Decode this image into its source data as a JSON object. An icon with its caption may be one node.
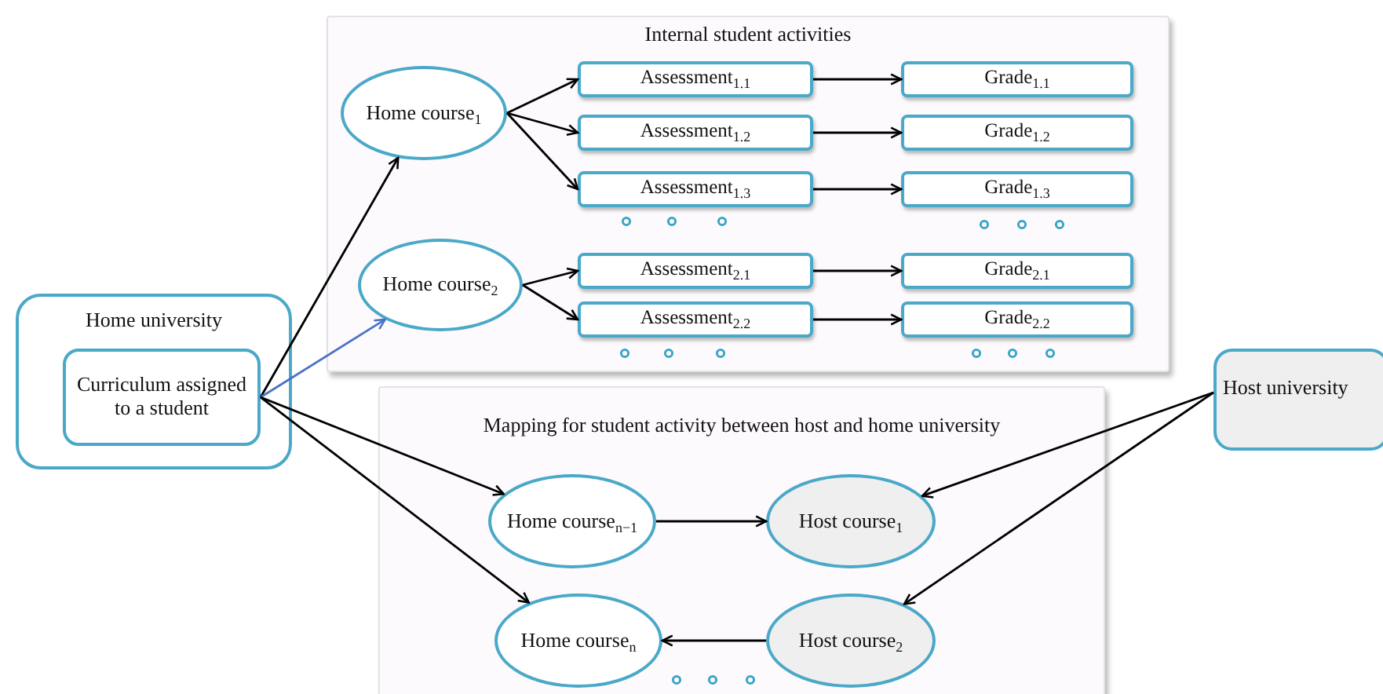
{
  "diagram": {
    "nodes": [
      {
        "text": [
          "Home university"
        ]
      },
      {
        "text": [
          "Curriculum assigned to a student"
        ],
        "in": 0
      },
      {
        "text": [
          "Internal student activities"
        ]
      },
      {
        "text": [
          "Home course$_{1}$"
        ],
        "in": 2
      },
      {
        "text": [
          "Assessment$_{1.1}$"
        ],
        "in": 2
      },
      {
        "text": [
          "Assessment$_{1.2}$"
        ],
        "in": 2
      },
      {
        "text": [
          "Assessment$_{1.3}$"
        ],
        "in": 2
      },
      {
        "text": [
          "Grade$_{1.1}$"
        ],
        "in": 2
      },
      {
        "text": [
          "Grade$_{1.2}$"
        ],
        "in": 2
      },
      {
        "text": [
          "Grade$_{1.3}$"
        ],
        "in": 2
      },
      {
        "text": [
          "Home course$_{2}$"
        ],
        "in": 2
      },
      {
        "text": [
          "Assessment$_{2.1}$"
        ],
        "in": 2
      },
      {
        "text": [
          "Assessment$_{2.2}$"
        ],
        "in": 2
      },
      {
        "text": [
          "Grade$_{2.1}$"
        ],
        "in": 2
      },
      {
        "text": [
          "Grade$_{2.2}$"
        ],
        "in": 2
      },
      {
        "text": [
          "Mapping for student activity between host and home university"
        ]
      },
      {
        "text": [
          "Home course$_{n−1}$"
        ],
        "in": 15
      },
      {
        "text": [
          "Host course$_{1}$"
        ],
        "in": 15
      },
      {
        "text": [
          "Home course$_{n}$"
        ],
        "in": 15
      },
      {
        "text": [
          "Host course$_{2}$"
        ],
        "in": 15
      },
      {
        "text": [
          "Host university"
        ]
      }
    ],
    "edges": [
      {
        "from": 1,
        "to": 3,
        "arrow": "to"
      },
      {
        "from": 1,
        "to": 10,
        "arrow": "to",
        "color": "#4a72c4"
      },
      {
        "from": 1,
        "to": 16,
        "arrow": "to"
      },
      {
        "from": 1,
        "to": 18,
        "arrow": "to"
      },
      {
        "from": 3,
        "to": 4,
        "arrow": "to"
      },
      {
        "from": 3,
        "to": 5,
        "arrow": "to"
      },
      {
        "from": 3,
        "to": 6,
        "arrow": "to"
      },
      {
        "from": 4,
        "to": 7,
        "arrow": "to"
      },
      {
        "from": 5,
        "to": 8,
        "arrow": "to"
      },
      {
        "from": 6,
        "to": 9,
        "arrow": "to"
      },
      {
        "from": 10,
        "to": 11,
        "arrow": "to"
      },
      {
        "from": 10,
        "to": 12,
        "arrow": "to"
      },
      {
        "from": 11,
        "to": 13,
        "arrow": "to"
      },
      {
        "from": 12,
        "to": 14,
        "arrow": "to"
      },
      {
        "from": 16,
        "to": 17,
        "arrow": "to"
      },
      {
        "from": 19,
        "to": 18,
        "arrow": "to"
      },
      {
        "from": 20,
        "to": 17,
        "arrow": "to"
      },
      {
        "from": 20,
        "to": 19,
        "arrow": "to"
      }
    ]
  }
}
